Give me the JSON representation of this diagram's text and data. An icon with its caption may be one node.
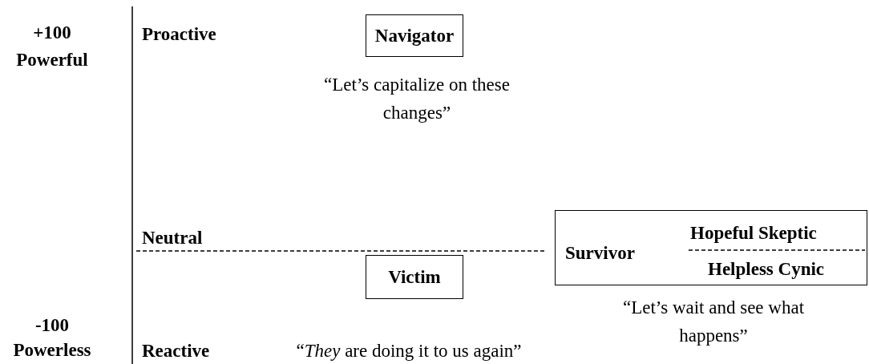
{
  "diagram": {
    "nodes": [
      {
        "text": [
          "Navigator"
        ],
        "beside": [
          "“Let’s capitalize on these changes”"
        ]
      },
      {
        "text": [
          "Survivor",
          "Hopeful Skeptic",
          "Helpless Cynic"
        ],
        "beside": [
          "“Let’s wait and see what happens”"
        ]
      },
      {
        "text": [
          "Victim"
        ],
        "beside": [
          "“*They* are doing it to us again”"
        ]
      }
    ],
    "edges": [],
    "labels": [
      "+100",
      "Powerful",
      "Proactive",
      "Neutral",
      "-100",
      "Powerless",
      "Reactive"
    ]
  }
}
